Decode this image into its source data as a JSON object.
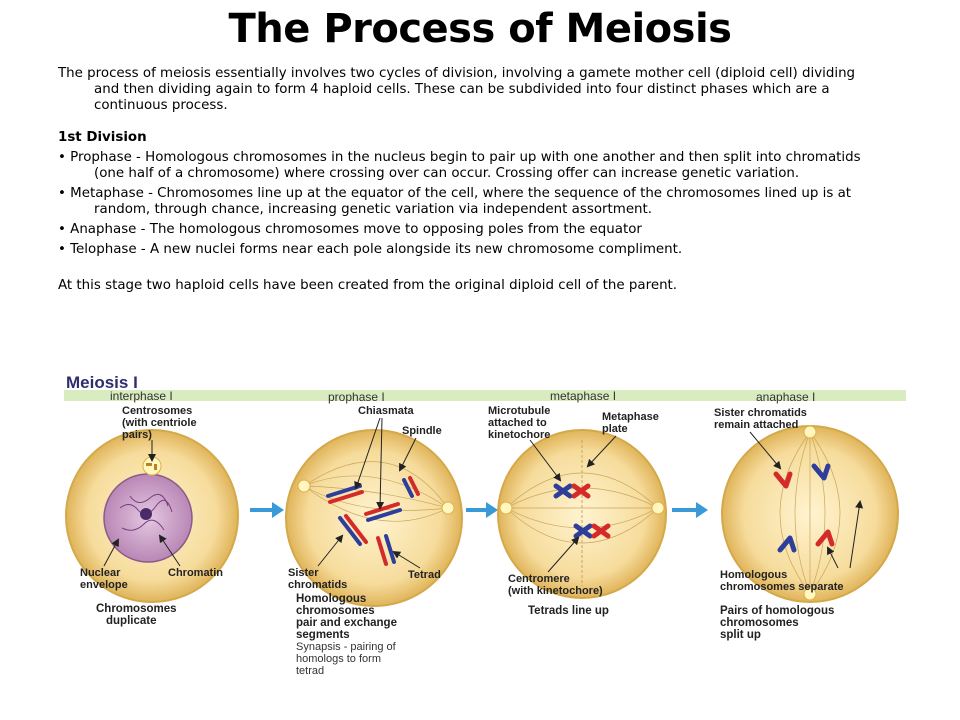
{
  "title": "The Process of Meiosis",
  "intro": "The process of meiosis essentially involves two cycles of division, involving a gamete mother cell (diploid cell) dividing and then dividing again to form 4 haploid cells. These can be subdivided into four distinct phases which are a continuous process.",
  "division_heading": "1st Division",
  "phases_text": [
    "• Prophase - Homologous chromosomes in the nucleus begin to pair up with one another and then split into chromatids (one half of a chromosome) where crossing over can occur. Crossing offer can increase genetic variation.",
    "• Metaphase - Chromosomes line up at the equator of the cell, where the sequence of the chromosomes lined up is at random, through chance, increasing genetic variation via independent assortment.",
    "• Anaphase - The homologous chromosomes move to opposing poles from the equator",
    "• Telophase - A new nuclei forms near each pole alongside its new chromosome compliment."
  ],
  "conclusion": "At this stage two haploid cells have been created from the original diploid cell of the parent.",
  "diagram": {
    "heading": "Meiosis I",
    "phase_labels": [
      "interphase I",
      "prophase I",
      "metaphase I",
      "anaphase I"
    ],
    "labels": {
      "centrosomes": [
        "Centrosomes",
        "(with centriole",
        "pairs)"
      ],
      "nuclear_envelope": [
        "Nuclear",
        "envelope"
      ],
      "chromatin": "Chromatin",
      "chromosomes_duplicate": [
        "Chromosomes",
        "duplicate"
      ],
      "chiasmata": "Chiasmata",
      "spindle": "Spindle",
      "sister_chromatids": [
        "Sister",
        "chromatids"
      ],
      "tetrad": "Tetrad",
      "homologous_pair": [
        "Homologous",
        "chromosomes",
        "pair and exchange",
        "segments"
      ],
      "synapsis": [
        "Synapsis - pairing of",
        "homologs to form",
        "tetrad"
      ],
      "microtubule": [
        "Microtubule",
        "attached to",
        "kinetochore"
      ],
      "metaphase_plate": [
        "Metaphase",
        "plate"
      ],
      "centromere": [
        "Centromere",
        "(with kinetochore)"
      ],
      "tetrads_line_up": "Tetrads line up",
      "sister_attached": [
        "Sister chromatids",
        "remain attached"
      ],
      "homologous_separate": [
        "Homologous",
        "chromosomes separate"
      ],
      "pairs_split": [
        "Pairs of homologous",
        "chromosomes",
        "split up"
      ]
    },
    "colors": {
      "band": "#d9ecc0",
      "cell_fill": "#f3d89a",
      "cell_edge": "#d4a94a",
      "chromosome_red": "#d42a2a",
      "chromosome_blue": "#2d3f9a",
      "arrow": "#3a9ad8",
      "nucleus": "#c9a3c8"
    }
  }
}
